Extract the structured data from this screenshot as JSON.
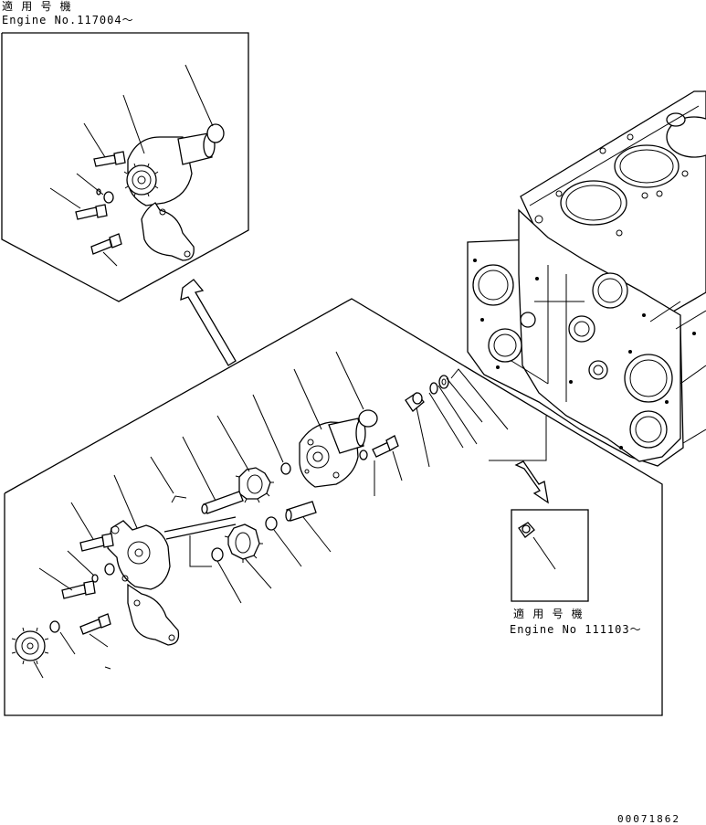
{
  "top_note": {
    "title": "適 用 号 機",
    "engine": "Engine No.117004～"
  },
  "right_note": {
    "title": "適 用 号 機",
    "engine": "Engine No 111103～"
  },
  "drawing_number": "00071862"
}
